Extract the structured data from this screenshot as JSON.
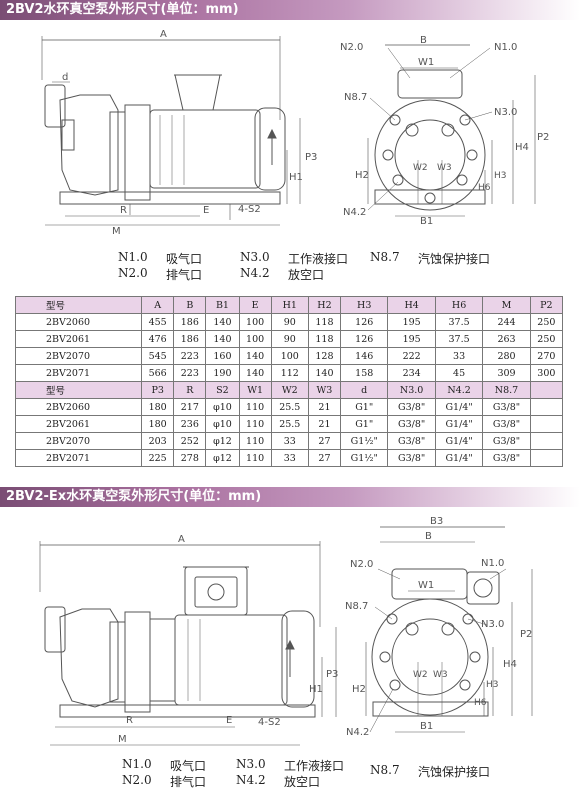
{
  "sections": [
    {
      "title": "2BV2水环真空泵外形尺寸(单位：mm)"
    },
    {
      "title": "2BV2-Ex水环真空泵外形尺寸(单位：mm)"
    }
  ],
  "legend": {
    "n10": {
      "code": "N1.0",
      "desc": "吸气口"
    },
    "n20": {
      "code": "N2.0",
      "desc": "排气口"
    },
    "n30": {
      "code": "N3.0",
      "desc": "工作液接口"
    },
    "n42": {
      "code": "N4.2",
      "desc": "放空口"
    },
    "n87": {
      "code": "N8.7",
      "desc": "汽蚀保护接口"
    }
  },
  "drawing_labels": {
    "A": "A",
    "d": "d",
    "R": "R",
    "M": "M",
    "E": "E",
    "S2": "4-S2",
    "P3": "P3",
    "H1": "H1",
    "B": "B",
    "B1": "B1",
    "B3": "B3",
    "W1": "W1",
    "W2": "W2",
    "W3": "W3",
    "H2": "H2",
    "H3": "H3",
    "H4": "H4",
    "H6": "H6",
    "P2": "P2",
    "N10": "N1.0",
    "N20": "N2.0",
    "N30": "N3.0",
    "N42": "N4.2",
    "N87": "N8.7"
  },
  "table": {
    "header1": [
      "型号",
      "A",
      "B",
      "B1",
      "E",
      "H1",
      "H2",
      "H3",
      "H4",
      "H6",
      "M",
      "P2"
    ],
    "rows1": [
      [
        "2BV2060",
        "455",
        "186",
        "140",
        "100",
        "90",
        "118",
        "126",
        "195",
        "37.5",
        "244",
        "250"
      ],
      [
        "2BV2061",
        "476",
        "186",
        "140",
        "100",
        "90",
        "118",
        "126",
        "195",
        "37.5",
        "263",
        "250"
      ],
      [
        "2BV2070",
        "545",
        "223",
        "160",
        "140",
        "100",
        "128",
        "146",
        "222",
        "33",
        "280",
        "270"
      ],
      [
        "2BV2071",
        "566",
        "223",
        "190",
        "140",
        "112",
        "140",
        "158",
        "234",
        "45",
        "309",
        "300"
      ]
    ],
    "header2": [
      "型号",
      "P3",
      "R",
      "S2",
      "W1",
      "W2",
      "W3",
      "d",
      "N3.0",
      "N4.2",
      "N8.7"
    ],
    "rows2": [
      [
        "2BV2060",
        "180",
        "217",
        "φ10",
        "110",
        "25.5",
        "21",
        "G1\"",
        "G3/8\"",
        "G1/4\"",
        "G3/8\""
      ],
      [
        "2BV2061",
        "180",
        "236",
        "φ10",
        "110",
        "25.5",
        "21",
        "G1\"",
        "G3/8\"",
        "G1/4\"",
        "G3/8\""
      ],
      [
        "2BV2070",
        "203",
        "252",
        "φ12",
        "110",
        "33",
        "27",
        "G1½\"",
        "G3/8\"",
        "G1/4\"",
        "G3/8\""
      ],
      [
        "2BV2071",
        "225",
        "278",
        "φ12",
        "110",
        "33",
        "27",
        "G1½\"",
        "G3/8\"",
        "G1/4\"",
        "G3/8\""
      ]
    ]
  }
}
